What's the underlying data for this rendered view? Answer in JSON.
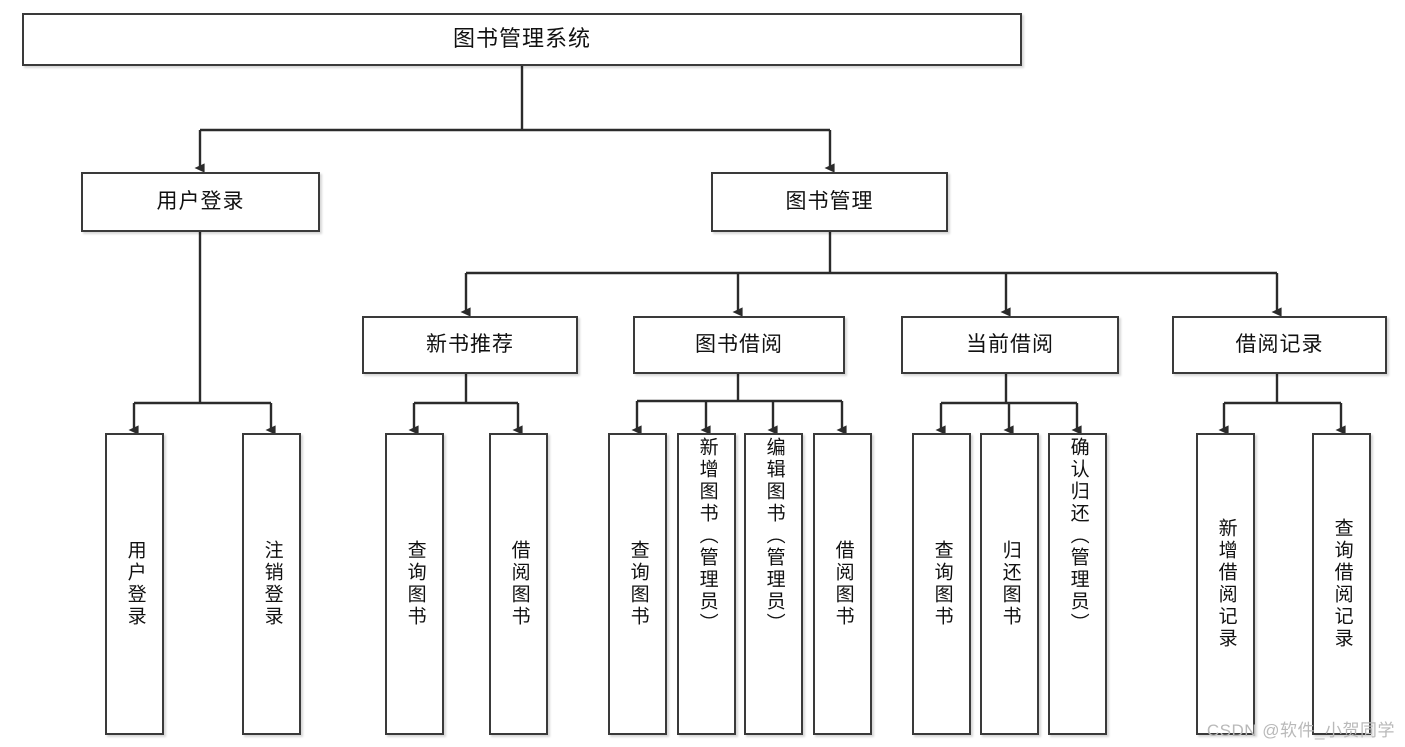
{
  "diagram": {
    "title": "图书管理系统",
    "type": "functional-structure-tree",
    "root": {
      "label": "图书管理系统"
    },
    "level2": [
      {
        "id": "user-login",
        "label": "用户登录"
      },
      {
        "id": "book-manage",
        "label": "图书管理"
      }
    ],
    "level3": [
      {
        "id": "new-book-recommend",
        "label": "新书推荐",
        "parent": "book-manage"
      },
      {
        "id": "book-borrow",
        "label": "图书借阅",
        "parent": "book-manage"
      },
      {
        "id": "current-borrow",
        "label": "当前借阅",
        "parent": "book-manage"
      },
      {
        "id": "borrow-record",
        "label": "借阅记录",
        "parent": "book-manage"
      }
    ],
    "leaves": {
      "user_login": [
        {
          "id": "leaf-user-login",
          "label": "用户登录"
        },
        {
          "id": "leaf-user-logout",
          "label": "注销登录"
        }
      ],
      "new_book_recommend": [
        {
          "id": "leaf-query-book-1",
          "label": "查询图书"
        },
        {
          "id": "leaf-borrow-book-1",
          "label": "借阅图书"
        }
      ],
      "book_borrow": [
        {
          "id": "leaf-query-book-2",
          "label": "查询图书"
        },
        {
          "id": "leaf-add-book",
          "label": "新增图书（管理员）"
        },
        {
          "id": "leaf-edit-book",
          "label": "编辑图书（管理员）"
        },
        {
          "id": "leaf-borrow-book-2",
          "label": "借阅图书"
        }
      ],
      "current_borrow": [
        {
          "id": "leaf-query-book-3",
          "label": "查询图书"
        },
        {
          "id": "leaf-return-book",
          "label": "归还图书"
        },
        {
          "id": "leaf-confirm-return",
          "label": "确认归还（管理员）"
        }
      ],
      "borrow_record": [
        {
          "id": "leaf-add-borrow-record",
          "label": "新增借阅记录"
        },
        {
          "id": "leaf-query-borrow-record",
          "label": "查询借阅记录"
        }
      ]
    }
  },
  "watermark": {
    "text": "CSDN @软件_小贺同学"
  },
  "colors": {
    "box_border": "#3a3a3a",
    "box_fill": "#ffffff",
    "line": "#2b2b2b",
    "text": "#111111",
    "watermark": "#b9b9b9",
    "background": "#ffffff"
  }
}
